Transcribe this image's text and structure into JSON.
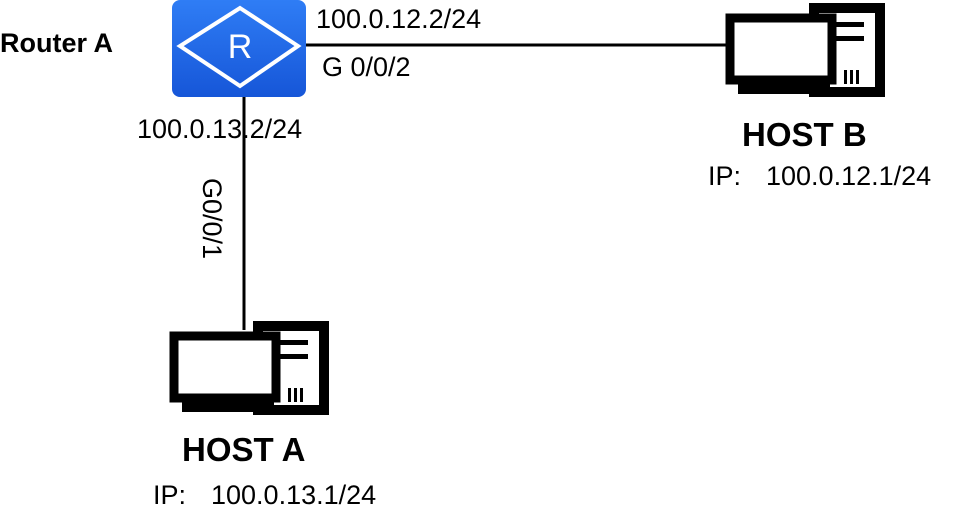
{
  "router": {
    "name": "Router A",
    "icon_letter": "R",
    "color": "#1a63e6"
  },
  "links": {
    "router_to_host_b": {
      "router_ip": "100.0.12.2/24",
      "router_interface": "G 0/0/2"
    },
    "router_to_host_a": {
      "router_ip": "100.0.13.2/24",
      "router_interface": "G0/0/1"
    }
  },
  "hosts": {
    "host_b": {
      "name": "HOST B",
      "ip_prefix": "IP:",
      "ip": "100.0.12.1/24",
      "icon": "desktop-computer-icon"
    },
    "host_a": {
      "name": "HOST A",
      "ip_prefix": "IP:",
      "ip": "100.0.13.1/24",
      "icon": "desktop-computer-icon"
    }
  },
  "colors": {
    "link": "#000000",
    "device": "#000000",
    "router_fill": "#1a63e6"
  }
}
